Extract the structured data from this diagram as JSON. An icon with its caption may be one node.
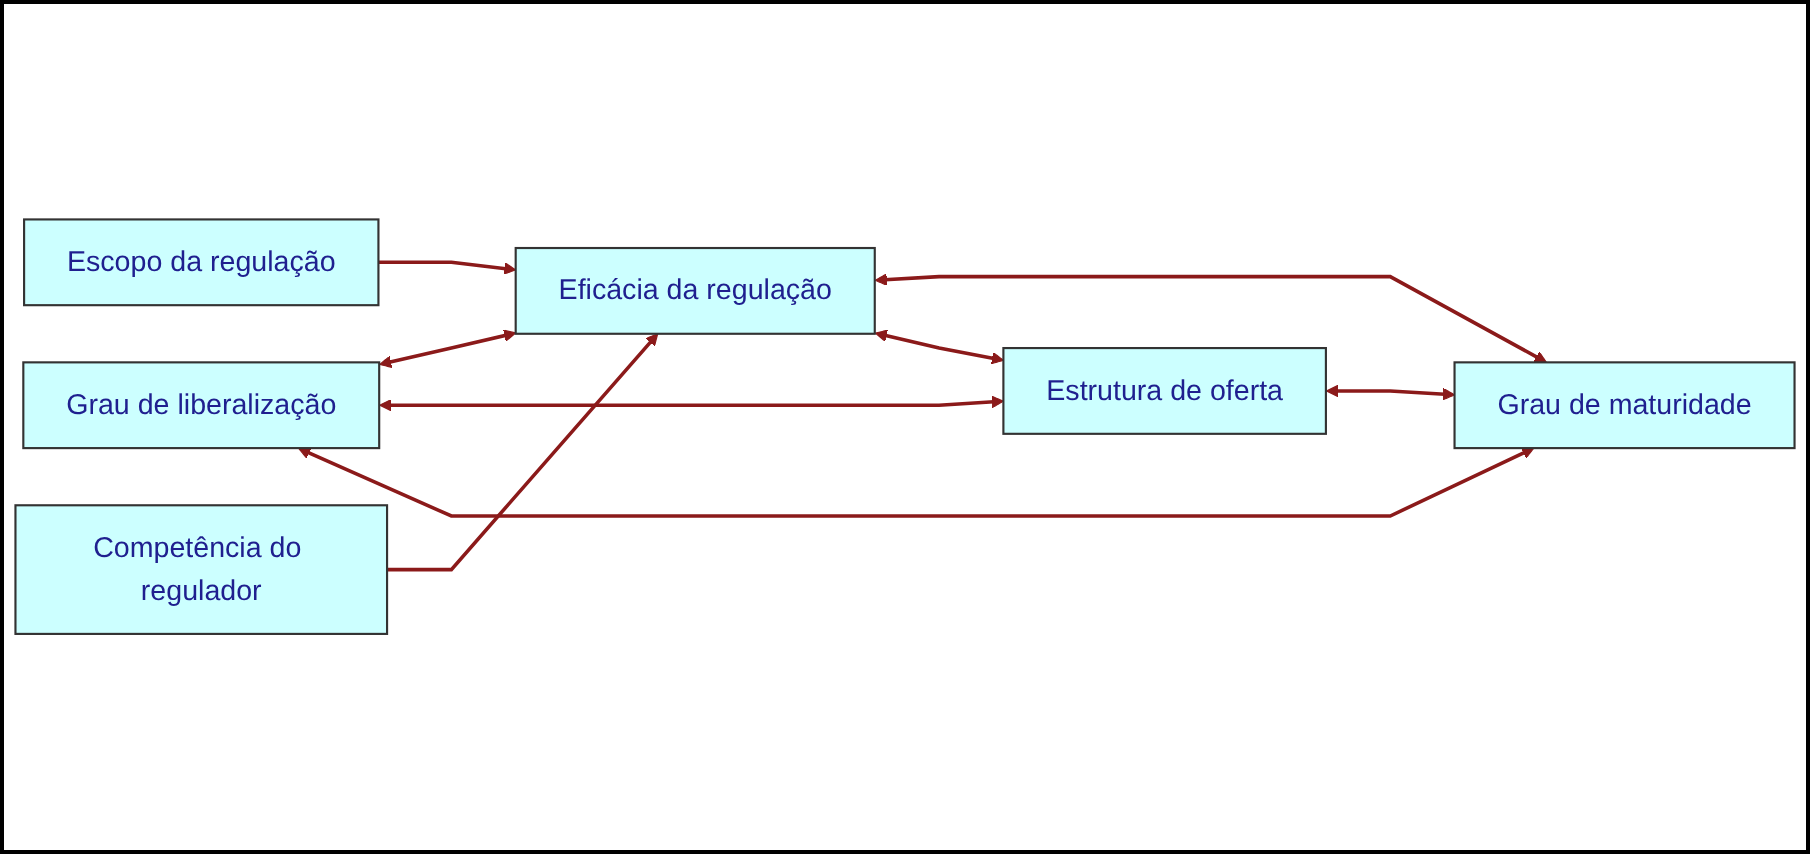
{
  "diagram": {
    "nodes": [
      {
        "text": [
          "Escopo da regulação"
        ]
      },
      {
        "text": [
          "Grau de liberalização"
        ]
      },
      {
        "text": [
          "Eficácia da regulação"
        ]
      },
      {
        "text": [
          "Competência do regulador"
        ]
      },
      {
        "text": [
          "Estrutura de oferta"
        ]
      },
      {
        "text": [
          "Grau de maturidade"
        ]
      }
    ],
    "edges": [
      {
        "from": 0,
        "to": 2,
        "arrow": "to"
      },
      {
        "from": 1,
        "to": 2,
        "arrow": "both"
      },
      {
        "from": 1,
        "to": 4,
        "arrow": "both"
      },
      {
        "from": 1,
        "to": 5,
        "arrow": "both"
      },
      {
        "from": 2,
        "to": 5,
        "arrow": "both"
      },
      {
        "from": 2,
        "to": 4,
        "arrow": "both"
      },
      {
        "from": 3,
        "to": 2,
        "arrow": "to"
      },
      {
        "from": 4,
        "to": 5,
        "arrow": "both"
      }
    ]
  }
}
